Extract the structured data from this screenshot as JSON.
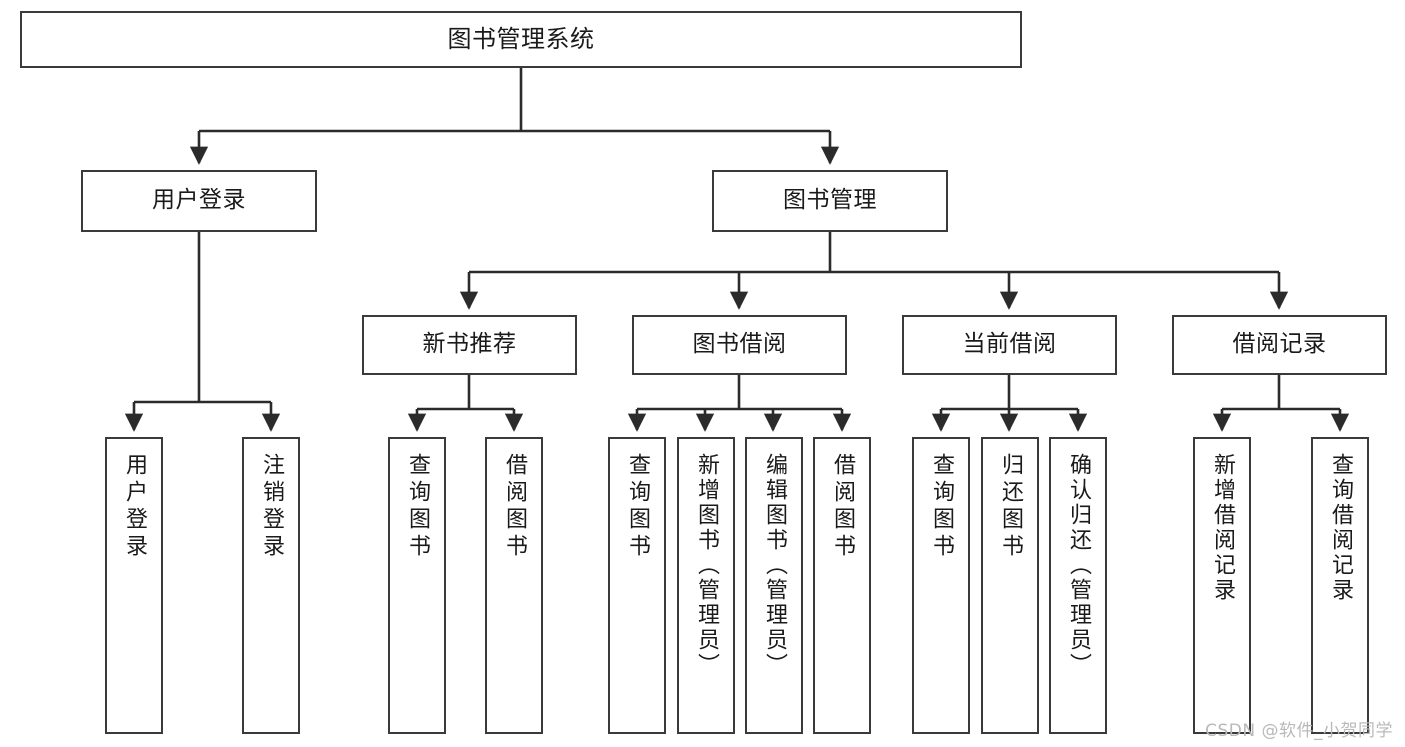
{
  "diagram": {
    "title": "图书管理系统",
    "type": "tree-hierarchy-diagram",
    "colors": {
      "node_border": "#3a3a3a",
      "node_fill": "#ffffff",
      "edge": "#2b2b2b",
      "text": "#1a1a1a",
      "watermark": "#b9b9b9",
      "background": "#ffffff"
    },
    "watermark": "CSDN @软件_小贺同学"
  },
  "nodes": {
    "root": {
      "label": "图书管理系统"
    },
    "level2": [
      {
        "label": "用户登录"
      },
      {
        "label": "图书管理"
      }
    ],
    "level3": [
      {
        "label": "新书推荐"
      },
      {
        "label": "图书借阅"
      },
      {
        "label": "当前借阅"
      },
      {
        "label": "借阅记录"
      }
    ],
    "leaves": {
      "user_login": [
        {
          "label": "用户登录"
        },
        {
          "label": "注销登录"
        }
      ],
      "new_book_recommend": [
        {
          "label": "查询图书"
        },
        {
          "label": "借阅图书"
        }
      ],
      "book_borrow": [
        {
          "label": "查询图书"
        },
        {
          "label": "新增图书（管理员）"
        },
        {
          "label": "编辑图书（管理员）"
        },
        {
          "label": "借阅图书"
        }
      ],
      "current_borrow": [
        {
          "label": "查询图书"
        },
        {
          "label": "归还图书"
        },
        {
          "label": "确认归还（管理员）"
        }
      ],
      "borrow_record": [
        {
          "label": "新增借阅记录"
        },
        {
          "label": "查询借阅记录"
        }
      ]
    }
  }
}
